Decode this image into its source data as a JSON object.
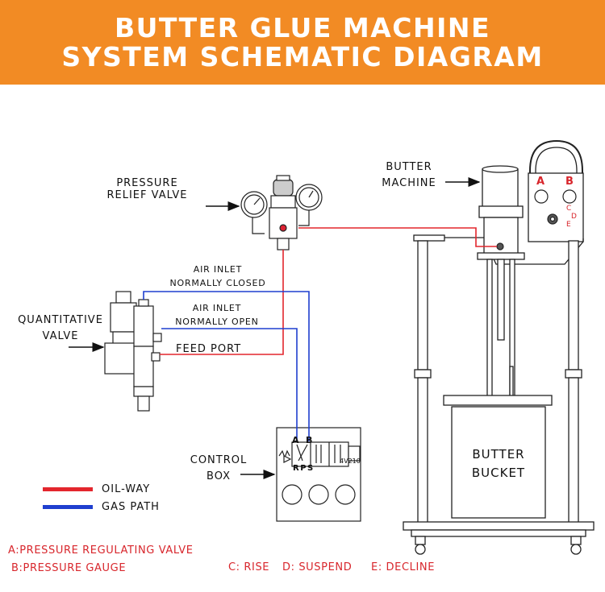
{
  "title": {
    "line1": "BUTTER GLUE MACHINE",
    "line2": "SYSTEM SCHEMATIC DIAGRAM"
  },
  "labels": {
    "pressure_relief_valve": [
      "PRESSURE",
      "RELIEF VALVE"
    ],
    "butter_machine": [
      "BUTTER",
      "MACHINE"
    ],
    "air_inlet_closed": [
      "AIR INLET",
      "NORMALLY CLOSED"
    ],
    "air_inlet_open": [
      "AIR INLET",
      "NORMALLY OPEN"
    ],
    "quantitative_valve": [
      "QUANTITATIVE",
      "VALVE"
    ],
    "feed_port": "FEED PORT",
    "control_box": [
      "CONTROL",
      "BOX"
    ],
    "butter_bucket": [
      "BUTTER",
      "BUCKET"
    ],
    "panel_a": "A",
    "panel_b": "B",
    "panel_c": "C",
    "panel_d": "D",
    "panel_e": "E",
    "valve_a": "A",
    "valve_b": "B",
    "valve_rps": "RPS",
    "valve_model": "4V210"
  },
  "legend": [
    {
      "label": "OIL-WAY",
      "color": "#e3262d"
    },
    {
      "label": "GAS PATH",
      "color": "#1f3fcf"
    }
  ],
  "notes": {
    "a": "A:PRESSURE REGULATING VALVE",
    "b": "B:PRESSURE GAUGE",
    "c": "C: RISE",
    "d": "D: SUSPEND",
    "e": "E: DECLINE"
  },
  "colors": {
    "banner": "#f28b24",
    "oil_way": "#e3262d",
    "gas_path": "#1f3fcf",
    "note_text": "#d8262c"
  }
}
